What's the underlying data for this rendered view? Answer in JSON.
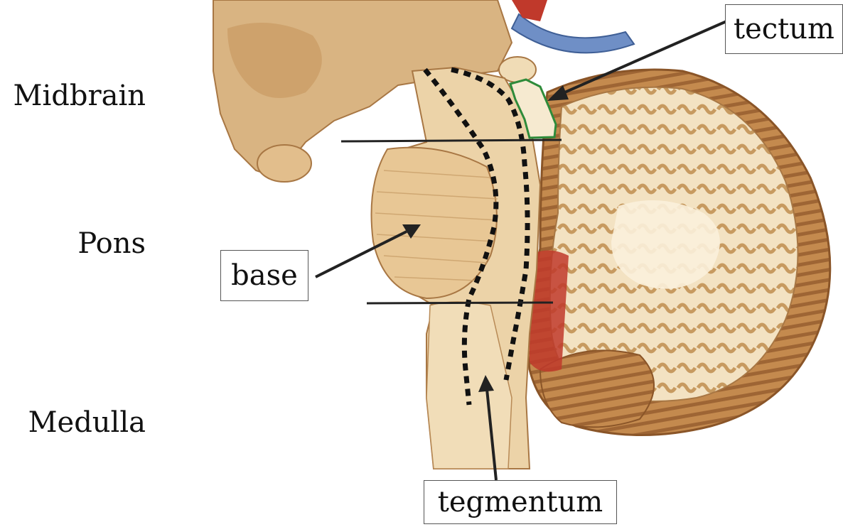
{
  "regions": {
    "midbrain": "Midbrain",
    "pons": "Pons",
    "medulla": "Medulla"
  },
  "parts": {
    "tectum": "tectum",
    "base": "base",
    "tegmentum": "tegmentum"
  },
  "colors": {
    "tissue": "#e6c89a",
    "tissue_dark": "#b8864e",
    "tissue_light": "#f3e2c2",
    "cerebellum_outer": "#b27a45",
    "vessel_blue": "#6f8fc6",
    "vessel_red": "#c0392b",
    "tectum_outline": "#2e8b3a",
    "ink": "#111111"
  }
}
